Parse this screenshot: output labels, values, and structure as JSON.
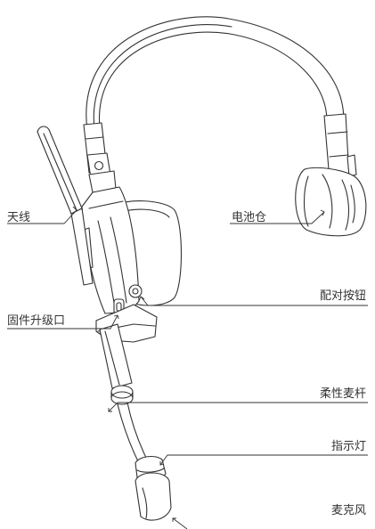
{
  "labels": {
    "antenna": "天线",
    "battery": "电池仓",
    "pair_button": "配对按钮",
    "firmware_port": "固件升级口",
    "flex_boom": "柔性麦杆",
    "indicator": "指示灯",
    "microphone": "麦克风"
  },
  "colors": {
    "line": "#333333",
    "background": "#ffffff"
  }
}
